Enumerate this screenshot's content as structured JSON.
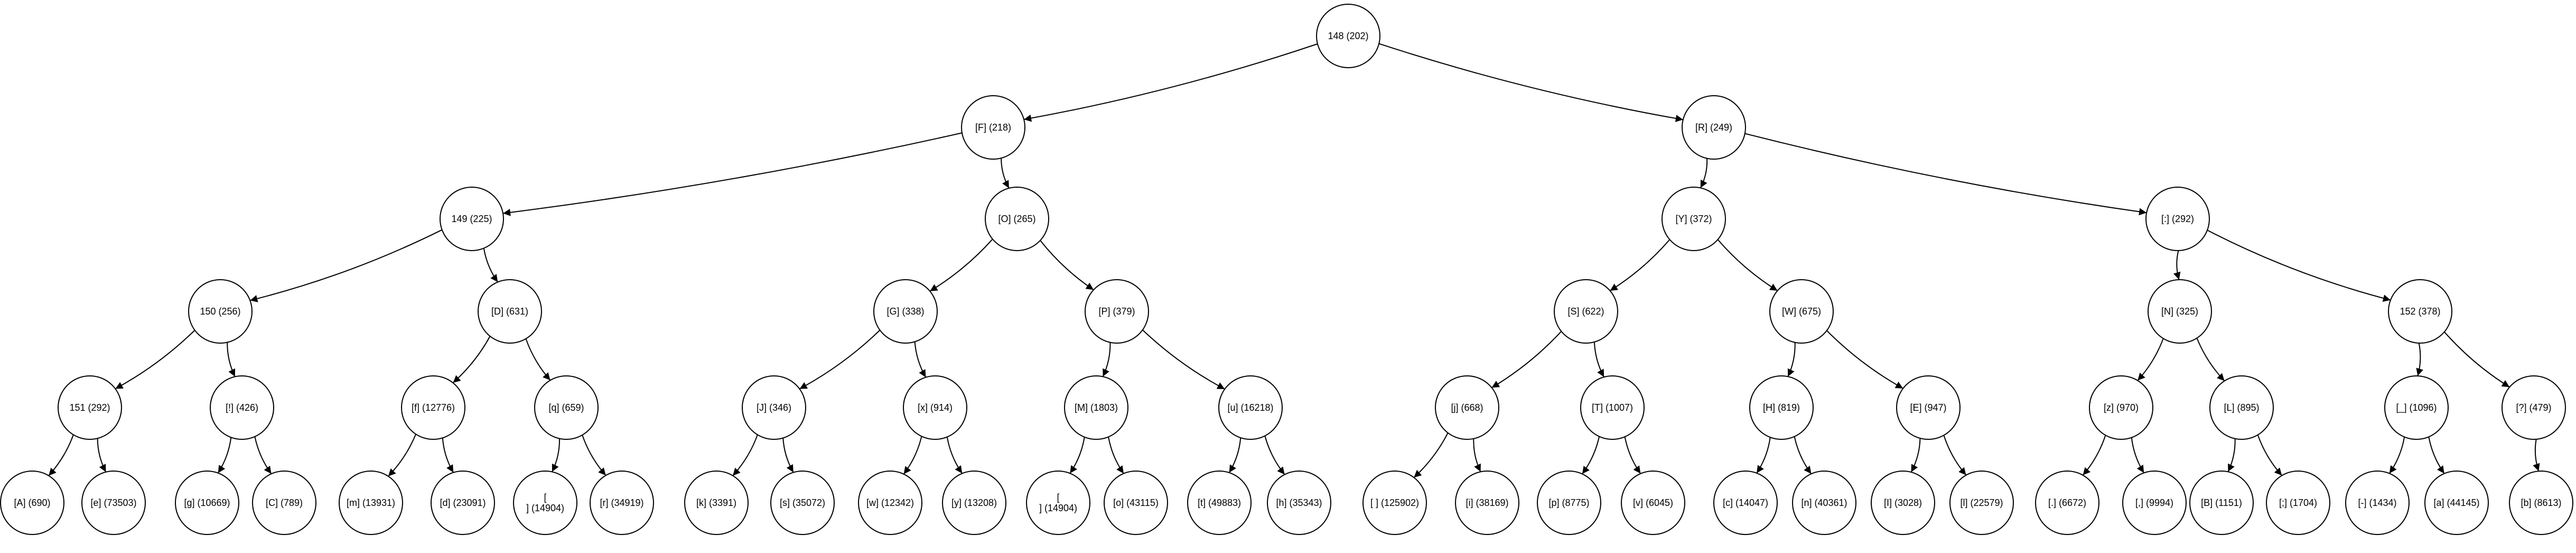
{
  "nodes": [
    {
      "id": "n0",
      "label": "148 (202)"
    },
    {
      "id": "n1",
      "label": "[F] (218)"
    },
    {
      "id": "n2",
      "label": "[R] (249)"
    },
    {
      "id": "n3",
      "label": "149 (225)"
    },
    {
      "id": "n4",
      "label": "[O] (265)"
    },
    {
      "id": "n5",
      "label": "[Y] (372)"
    },
    {
      "id": "n6",
      "label": "[:] (292)"
    },
    {
      "id": "n7",
      "label": "150 (256)"
    },
    {
      "id": "n8",
      "label": "[D] (631)"
    },
    {
      "id": "n9",
      "label": "[G] (338)"
    },
    {
      "id": "n10",
      "label": "[P] (379)"
    },
    {
      "id": "n11",
      "label": "[S] (622)"
    },
    {
      "id": "n12",
      "label": "[W] (675)"
    },
    {
      "id": "n13",
      "label": "[N] (325)"
    },
    {
      "id": "n14",
      "label": "152 (378)"
    },
    {
      "id": "n15",
      "label": "151 (292)"
    },
    {
      "id": "n16",
      "label": "[!] (426)"
    },
    {
      "id": "n17",
      "label": "[f] (12776)"
    },
    {
      "id": "n18",
      "label": "[q] (659)"
    },
    {
      "id": "n19",
      "label": "[J] (346)"
    },
    {
      "id": "n20",
      "label": "[x] (914)"
    },
    {
      "id": "n21",
      "label": "[M] (1803)"
    },
    {
      "id": "n22",
      "label": "[u] (16218)"
    },
    {
      "id": "n23",
      "label": "[j] (668)"
    },
    {
      "id": "n24",
      "label": "[T] (1007)"
    },
    {
      "id": "n25",
      "label": "[H] (819)"
    },
    {
      "id": "n26",
      "label": "[E] (947)"
    },
    {
      "id": "n27",
      "label": "[z] (970)"
    },
    {
      "id": "n28",
      "label": "[L] (895)"
    },
    {
      "id": "n29",
      "label": "[_] (1096)"
    },
    {
      "id": "n30",
      "label": "[?] (479)"
    },
    {
      "id": "n31",
      "label": "[A] (690)"
    },
    {
      "id": "n32",
      "label": "[e] (73503)"
    },
    {
      "id": "n33",
      "label": "[g] (10669)"
    },
    {
      "id": "n34",
      "label": "[C] (789)"
    },
    {
      "id": "n35",
      "label": "[m] (13931)"
    },
    {
      "id": "n36",
      "label": "[d] (23091)"
    },
    {
      "id": "n37",
      "lines": [
        "[",
        "] (14904)"
      ]
    },
    {
      "id": "n38",
      "label": "[r] (34919)"
    },
    {
      "id": "n39",
      "label": "[k] (3391)"
    },
    {
      "id": "n40",
      "label": "[s] (35072)"
    },
    {
      "id": "n41",
      "label": "[w] (12342)"
    },
    {
      "id": "n42",
      "label": "[y] (13208)"
    },
    {
      "id": "n43",
      "lines": [
        "[",
        "] (14904)"
      ]
    },
    {
      "id": "n44",
      "label": "[o] (43115)"
    },
    {
      "id": "n45",
      "label": "[t] (49883)"
    },
    {
      "id": "n46",
      "label": "[h] (35343)"
    },
    {
      "id": "n47",
      "label": "[ ] (125902)"
    },
    {
      "id": "n48",
      "label": "[i] (38169)"
    },
    {
      "id": "n49",
      "label": "[p] (8775)"
    },
    {
      "id": "n50",
      "label": "[v] (6045)"
    },
    {
      "id": "n51",
      "label": "[c] (14047)"
    },
    {
      "id": "n52",
      "label": "[n] (40361)"
    },
    {
      "id": "n53",
      "label": "[I] (3028)"
    },
    {
      "id": "n54",
      "label": "[l] (22579)"
    },
    {
      "id": "n55",
      "label": "[.] (6672)"
    },
    {
      "id": "n56",
      "label": "[,] (9994)"
    },
    {
      "id": "n57",
      "label": "[B] (1151)"
    },
    {
      "id": "n58",
      "label": "[;] (1704)"
    },
    {
      "id": "n59",
      "label": "[-] (1434)"
    },
    {
      "id": "n60",
      "label": "[a] (44145)"
    },
    {
      "id": "n61",
      "label": "[b] (8613)"
    }
  ],
  "edges": [
    [
      "n0",
      "n1"
    ],
    [
      "n0",
      "n2"
    ],
    [
      "n1",
      "n3"
    ],
    [
      "n1",
      "n4"
    ],
    [
      "n2",
      "n5"
    ],
    [
      "n2",
      "n6"
    ],
    [
      "n3",
      "n7"
    ],
    [
      "n3",
      "n8"
    ],
    [
      "n4",
      "n9"
    ],
    [
      "n4",
      "n10"
    ],
    [
      "n5",
      "n11"
    ],
    [
      "n5",
      "n12"
    ],
    [
      "n6",
      "n13"
    ],
    [
      "n6",
      "n14"
    ],
    [
      "n7",
      "n15"
    ],
    [
      "n7",
      "n16"
    ],
    [
      "n8",
      "n17"
    ],
    [
      "n8",
      "n18"
    ],
    [
      "n9",
      "n19"
    ],
    [
      "n9",
      "n20"
    ],
    [
      "n10",
      "n21"
    ],
    [
      "n10",
      "n22"
    ],
    [
      "n11",
      "n23"
    ],
    [
      "n11",
      "n24"
    ],
    [
      "n12",
      "n25"
    ],
    [
      "n12",
      "n26"
    ],
    [
      "n13",
      "n27"
    ],
    [
      "n13",
      "n28"
    ],
    [
      "n14",
      "n29"
    ],
    [
      "n14",
      "n30"
    ],
    [
      "n15",
      "n31"
    ],
    [
      "n15",
      "n32"
    ],
    [
      "n16",
      "n33"
    ],
    [
      "n16",
      "n34"
    ],
    [
      "n17",
      "n35"
    ],
    [
      "n17",
      "n36"
    ],
    [
      "n18",
      "n37"
    ],
    [
      "n18",
      "n38"
    ],
    [
      "n19",
      "n39"
    ],
    [
      "n19",
      "n40"
    ],
    [
      "n20",
      "n41"
    ],
    [
      "n20",
      "n42"
    ],
    [
      "n21",
      "n43"
    ],
    [
      "n21",
      "n44"
    ],
    [
      "n22",
      "n45"
    ],
    [
      "n22",
      "n46"
    ],
    [
      "n23",
      "n47"
    ],
    [
      "n23",
      "n48"
    ],
    [
      "n24",
      "n49"
    ],
    [
      "n24",
      "n50"
    ],
    [
      "n25",
      "n51"
    ],
    [
      "n25",
      "n52"
    ],
    [
      "n26",
      "n53"
    ],
    [
      "n26",
      "n54"
    ],
    [
      "n27",
      "n55"
    ],
    [
      "n27",
      "n56"
    ],
    [
      "n28",
      "n57"
    ],
    [
      "n28",
      "n58"
    ],
    [
      "n29",
      "n59"
    ],
    [
      "n29",
      "n60"
    ],
    [
      "n30",
      "n61"
    ]
  ]
}
